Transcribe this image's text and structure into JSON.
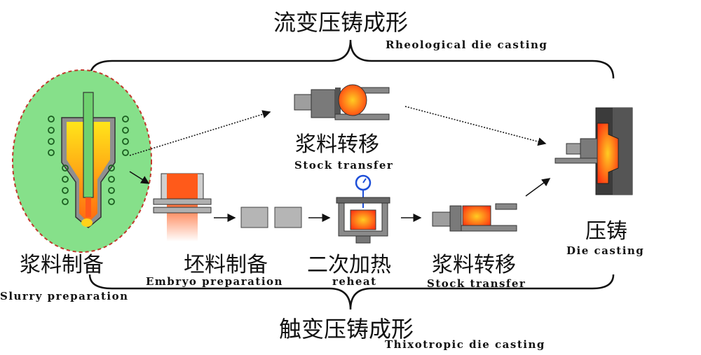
{
  "colors": {
    "slurry_zone": "#86e08a",
    "dashed_border": "#c0392b",
    "hot_metal": "#ff4a1a",
    "molten_yellow": "#ffd21a",
    "coil": "#2e7d32",
    "steel": "#9e9e9e",
    "dark_steel": "#4a4a4a",
    "gauge": "#1e4fd8"
  },
  "top_route": {
    "title": "流变压铸成形",
    "subtitle": "Rheological die casting"
  },
  "bottom_route": {
    "title": "触变压铸成形",
    "subtitle": "Thixotropic die casting"
  },
  "steps": {
    "slurry_preparation": {
      "zh": "浆料制备",
      "en": "Slurry preparation"
    },
    "stock_transfer_top": {
      "zh": "浆料转移",
      "en": "Stock transfer"
    },
    "embryo_preparation": {
      "zh": "坯料制备",
      "en": "Embryo preparation"
    },
    "reheat": {
      "zh": "二次加热",
      "en": "reheat"
    },
    "stock_transfer_bottom": {
      "zh": "浆料转移",
      "en": "Stock transfer"
    },
    "die_casting": {
      "zh": "压铸",
      "en": "Die casting"
    }
  },
  "icons": {
    "slurry_apparatus": "induction-stirring-crucible-icon",
    "transfer_shot": "shot-sleeve-icon",
    "billet": "billet-mold-icon",
    "cut_billets": "cut-billet-icon",
    "reheat_furnace": "reheat-furnace-icon",
    "thermometer": "dial-gauge-icon",
    "die": "die-casting-machine-icon"
  }
}
